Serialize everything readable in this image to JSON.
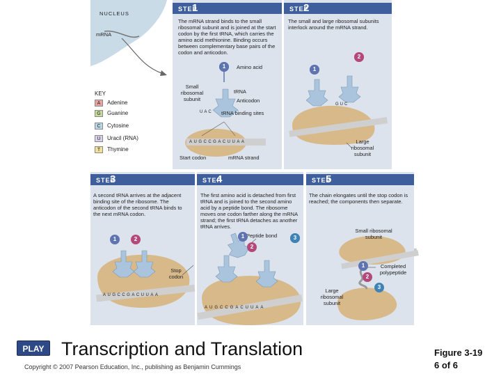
{
  "nucleus": {
    "label": "NUCLEUS",
    "mrna_label": "mRNA"
  },
  "key": {
    "title": "KEY",
    "items": [
      {
        "code": "A",
        "name": "Adenine",
        "color": "#e9a3a3"
      },
      {
        "code": "G",
        "name": "Guanine",
        "color": "#c7dc9a"
      },
      {
        "code": "C",
        "name": "Cytosine",
        "color": "#b8d7e8"
      },
      {
        "code": "U",
        "name": "Uracil (RNA)",
        "color": "#d9d2ea"
      },
      {
        "code": "T",
        "name": "Thymine",
        "color": "#f1e09a"
      }
    ]
  },
  "step_word": "STEP",
  "steps": [
    {
      "num": "1",
      "text": "The mRNA strand binds to the small ribosomal subunit and is joined at the start codon by the first tRNA, which carries the amino acid methionine. Binding occurs between complementary base pairs of the codon and anticodon."
    },
    {
      "num": "2",
      "text": "The small and large ribosomal subunits interlock around the mRNA strand."
    },
    {
      "num": "3",
      "text": "A second tRNA arrives at the adjacent binding site of the ribosome. The anticodon of the second tRNA binds to the next mRNA codon."
    },
    {
      "num": "4",
      "text": "The first amino acid is detached from first tRNA and is joined to the second amino acid by a peptide bond. The ribosome moves one codon farther along the mRNA strand; the first tRNA detaches as another tRNA arrives."
    },
    {
      "num": "5",
      "text": "The chain elongates until the stop codon is reached; the components then separate."
    }
  ],
  "labels": {
    "amino_acid": "Amino acid",
    "small_subunit": "Small ribosomal subunit",
    "trna": "tRNA",
    "anticodon": "Anticodon",
    "trna_binding": "tRNA binding sites",
    "start_codon": "Start codon",
    "mrna_strand": "mRNA strand",
    "large_subunit_2": "Large ribosomal subunit",
    "stop_codon": "Stop codon",
    "peptide_bond": "Peptide bond",
    "small_subunit_5": "Small ribosomal subunit",
    "completed_polypeptide": "Completed polypeptide",
    "large_subunit_5": "Large ribosomal subunit"
  },
  "bases": {
    "anticodon_1": "UAC",
    "anticodon_2": "GUC",
    "mrna_seq": "AUGCCGACUUAA"
  },
  "footer": {
    "play": "PLAY",
    "title": "Transcription and Translation",
    "copyright": "Copyright © 2007 Pearson Education, Inc., publishing as Benjamin Cummings",
    "figure": "Figure 3-19",
    "page": "6 of 6"
  },
  "colors": {
    "step_bar": "#3e5f9c",
    "panel_bg": "#dde3ec",
    "ribosome": "#d8b98a",
    "trna": "#a9c4dc",
    "amino_1": "#5d74b0",
    "amino_2": "#b5487a",
    "amino_3": "#3f82b6"
  }
}
